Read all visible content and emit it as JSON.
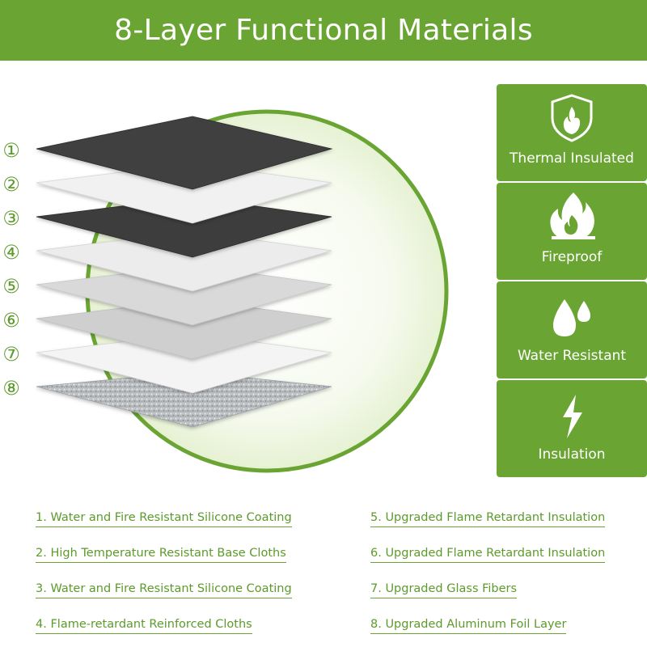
{
  "header": {
    "title": "8-Layer Functional Materials"
  },
  "layer_numbers": [
    "①",
    "②",
    "③",
    "④",
    "⑤",
    "⑥",
    "⑦",
    "⑧"
  ],
  "features": [
    {
      "label": "Thermal Insulated",
      "icon": "shield-flame-icon"
    },
    {
      "label": "Fireproof",
      "icon": "flame-icon"
    },
    {
      "label": "Water Resistant",
      "icon": "water-drops-icon"
    },
    {
      "label": "Insulation",
      "icon": "lightning-bolt-icon"
    }
  ],
  "legend": {
    "left": [
      "1. Water and Fire Resistant Silicone Coating",
      "2. High Temperature Resistant Base Cloths",
      "3. Water and Fire Resistant Silicone Coating",
      "4. Flame-retardant Reinforced Cloths"
    ],
    "right": [
      "5. Upgraded Flame Retardant Insulation",
      "6. Upgraded Flame Retardant Insulation",
      "7. Upgraded Glass Fibers",
      "8. Upgraded Aluminum Foil Layer"
    ]
  },
  "colors": {
    "brand_green": "#6aa533",
    "circle_fill": "#eef6dd",
    "text_green": "#5d9a2c"
  }
}
